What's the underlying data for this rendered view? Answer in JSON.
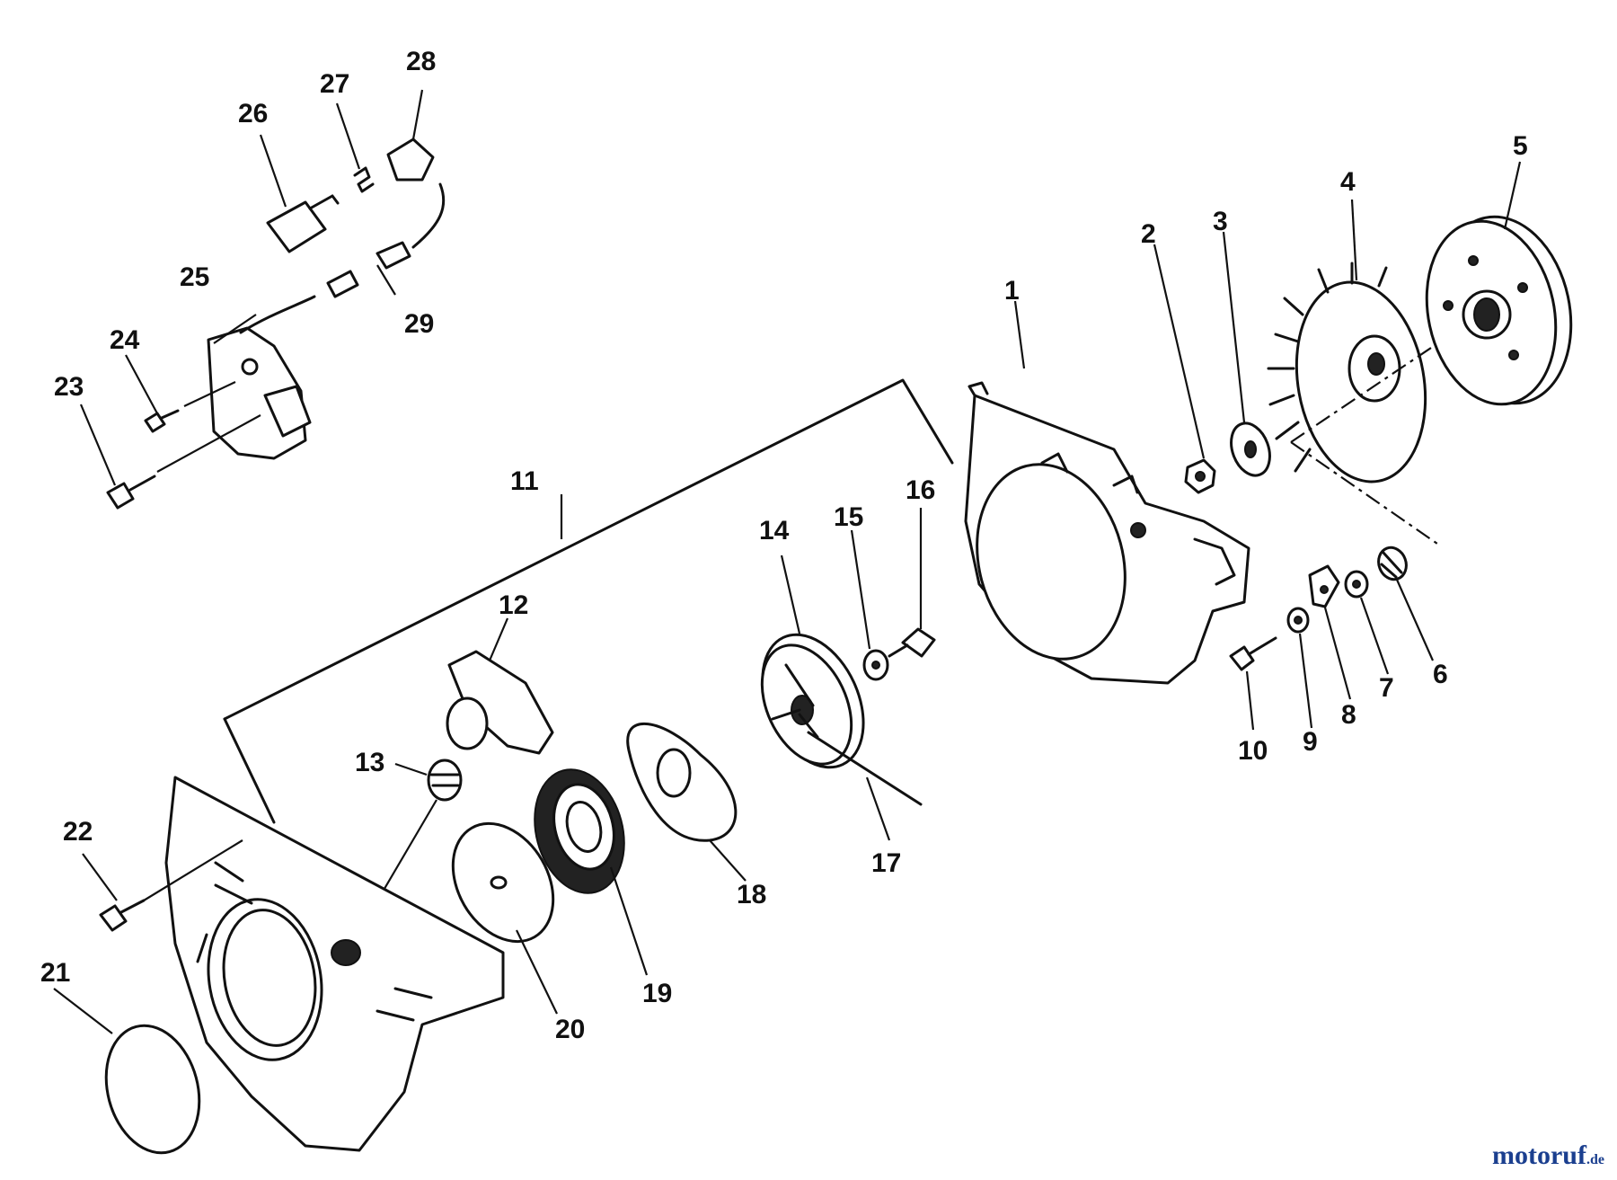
{
  "callouts": [
    "1",
    "2",
    "3",
    "4",
    "5",
    "6",
    "7",
    "8",
    "9",
    "10",
    "11",
    "12",
    "13",
    "14",
    "15",
    "16",
    "17",
    "18",
    "19",
    "20",
    "21",
    "22",
    "23",
    "24",
    "25",
    "26",
    "27",
    "28",
    "29"
  ],
  "watermark": {
    "name": "motoruf",
    "suffix": ".de"
  }
}
